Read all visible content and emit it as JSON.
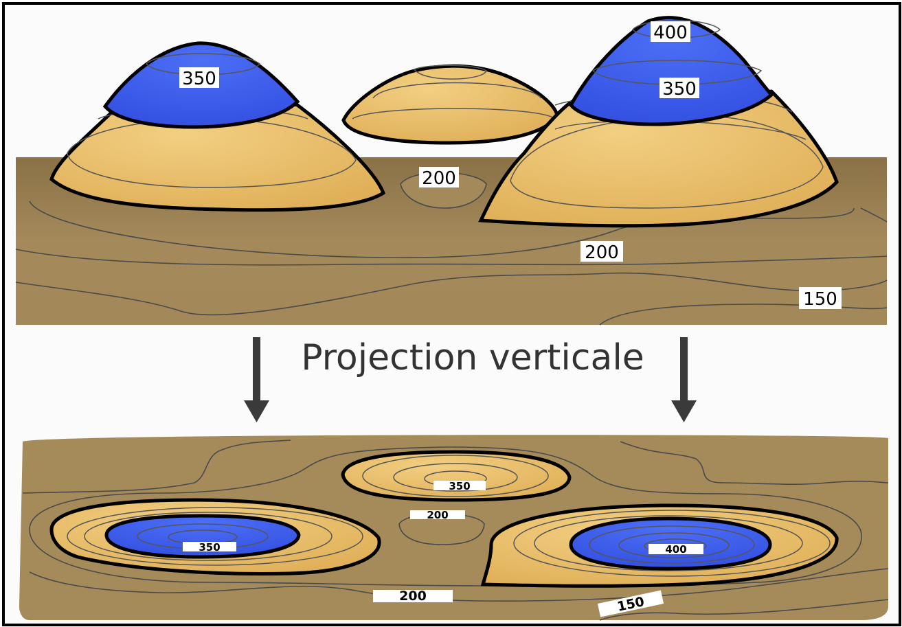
{
  "caption": "Projection verticale",
  "colors": {
    "ground": "#a58a5a",
    "ground_dark": "#8e7548",
    "sand": "#e8bd68",
    "blue": "#3f62f0",
    "contour": "#555555",
    "thick_contour": "#000000",
    "arrow": "#3a3a3a"
  },
  "relief_view": {
    "labels": {
      "left_peak": "350",
      "right_peak_top": "400",
      "right_peak": "350",
      "saddle": "200",
      "mid": "200",
      "low": "150"
    }
  },
  "map_view": {
    "labels": {
      "center_hill": "350",
      "left_hill": "350",
      "saddle": "200",
      "right_hill": "400",
      "mid": "200",
      "low": "150"
    }
  },
  "icons": [
    "arrow-down-icon",
    "arrow-down-icon"
  ]
}
